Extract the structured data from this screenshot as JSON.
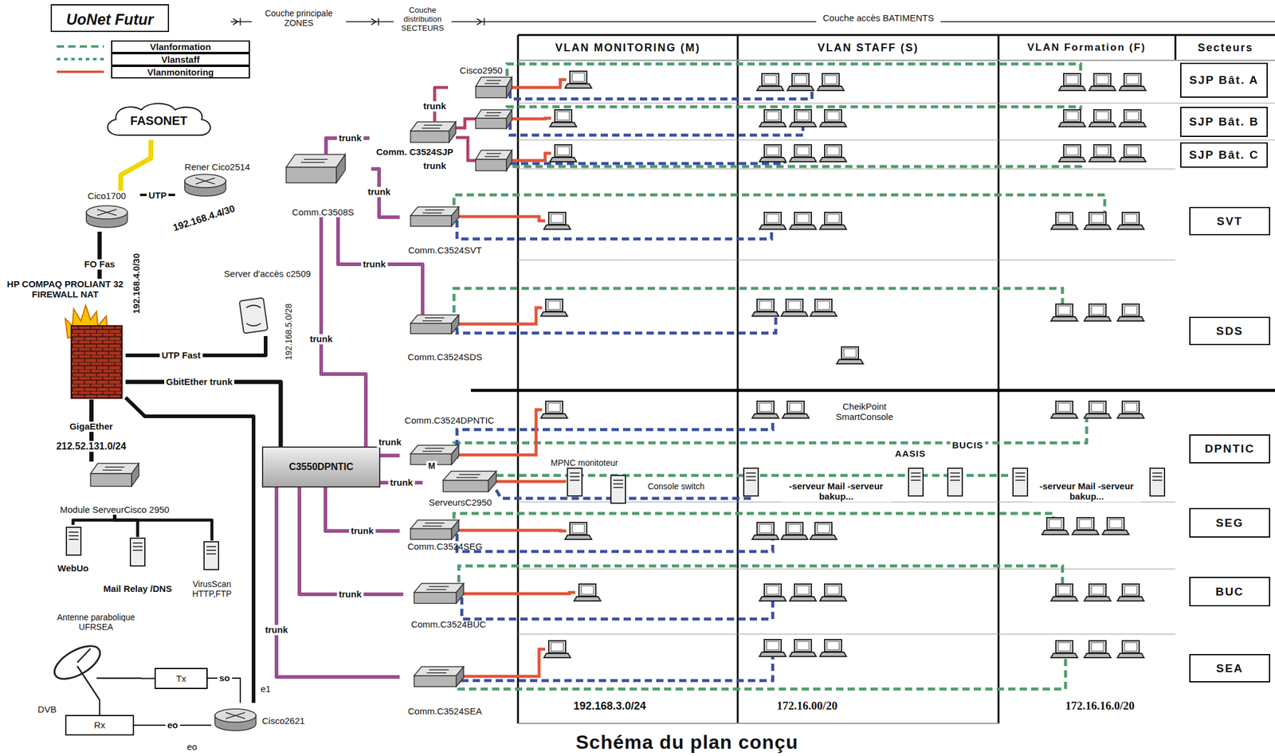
{
  "diagram": {
    "title": "UoNet Futur",
    "caption": "Schéma du plan conçu",
    "nodes": [
      {
        "text": [
          "FASONET"
        ]
      },
      {
        "text": [
          "Cico1700"
        ]
      },
      {
        "text": [
          "Rener Cico2514"
        ]
      },
      {
        "text": [
          "HP COMPAQ PROLIANT 32 FIREWALL NAT"
        ]
      },
      {
        "text": [
          "Server d'accès c2509"
        ]
      },
      {
        "text": [
          "Module ServeurCisco 2950"
        ]
      },
      {
        "text": [
          "WebUo"
        ]
      },
      {
        "text": [
          "Mail Relay /DNS"
        ]
      },
      {
        "text": [
          "VirusScan HTTP,FTP"
        ]
      },
      {
        "text": [
          "Antenne parabolique UFRSEA"
        ]
      },
      {
        "text": [
          "Tx"
        ]
      },
      {
        "text": [
          "Rx"
        ]
      },
      {
        "text": [
          "Cisco2621"
        ]
      },
      {
        "text": [
          "Comm.C3508S"
        ]
      },
      {
        "text": [
          "C3550DPNTIC"
        ]
      },
      {
        "text": [
          "Comm. C3524SJP"
        ]
      },
      {
        "text": [
          "Cisco2950"
        ]
      },
      {
        "text": [
          "Comm.C3524SVT"
        ]
      },
      {
        "text": [
          "Comm.C3524SDS"
        ]
      },
      {
        "text": [
          "Comm.C3524DPNTIC"
        ]
      },
      {
        "text": [
          "ServeursC2950"
        ]
      },
      {
        "text": [
          "Comm.C3524SEG"
        ]
      },
      {
        "text": [
          "Comm.C3524BUC"
        ]
      },
      {
        "text": [
          "Comm.C3524SEA"
        ]
      },
      {
        "text": [
          "SJP Bât. A"
        ]
      },
      {
        "text": [
          "SJP Bât. B"
        ]
      },
      {
        "text": [
          "SJP Bât. C"
        ]
      },
      {
        "text": [
          "SVT"
        ]
      },
      {
        "text": [
          "SDS"
        ]
      },
      {
        "text": [
          "DPNTIC"
        ]
      },
      {
        "text": [
          "SEG"
        ]
      },
      {
        "text": [
          "BUC"
        ]
      },
      {
        "text": [
          "SEA"
        ]
      }
    ],
    "edges": [
      {
        "from": 0,
        "to": 1,
        "arrow": "none"
      },
      {
        "from": 1,
        "to": 2,
        "label": "UTP",
        "arrow": "none"
      },
      {
        "from": 1,
        "to": 3,
        "label": "FO Fas",
        "arrow": "none"
      },
      {
        "from": 3,
        "to": 4,
        "label": "UTP Fast",
        "arrow": "none"
      },
      {
        "from": 3,
        "to": 14,
        "label": "GbitEther trunk",
        "arrow": "none"
      },
      {
        "from": 3,
        "to": 5,
        "label": "GigaEther",
        "arrow": "none"
      },
      {
        "from": 3,
        "to": 12,
        "arrow": "none"
      },
      {
        "from": 5,
        "to": 6,
        "arrow": "none"
      },
      {
        "from": 5,
        "to": 7,
        "arrow": "none"
      },
      {
        "from": 5,
        "to": 8,
        "arrow": "none"
      },
      {
        "from": 9,
        "to": 10,
        "arrow": "none"
      },
      {
        "from": 9,
        "to": 11,
        "arrow": "none"
      },
      {
        "from": 10,
        "to": 12,
        "label": "so",
        "arrow": "none"
      },
      {
        "from": 11,
        "to": 12,
        "label": "eo",
        "arrow": "none"
      },
      {
        "from": 14,
        "to": 13,
        "label": "trunk",
        "arrow": "none"
      },
      {
        "from": 13,
        "to": 15,
        "label": "trunk",
        "arrow": "none"
      },
      {
        "from": 13,
        "to": 17,
        "label": "trunk",
        "arrow": "none"
      },
      {
        "from": 13,
        "to": 18,
        "label": "trunk",
        "arrow": "none"
      },
      {
        "from": 14,
        "to": 19,
        "label": "trunk",
        "arrow": "none"
      },
      {
        "from": 14,
        "to": 20,
        "label": "trunk",
        "arrow": "none"
      },
      {
        "from": 14,
        "to": 21,
        "label": "trunk",
        "arrow": "none"
      },
      {
        "from": 14,
        "to": 22,
        "label": "trunk",
        "arrow": "none"
      },
      {
        "from": 14,
        "to": 23,
        "label": "trunk",
        "arrow": "none"
      },
      {
        "from": 15,
        "to": 16,
        "label": "trunk",
        "arrow": "none"
      }
    ],
    "labels": [
      "Couche principale ZONES",
      "Couche distribution SECTEURS",
      "Couche accès BATIMENTS",
      "192.168.4.4/30",
      "192.168.4.0/30",
      "212.52.131.0/24",
      "192.168.5.0/28",
      "DVB",
      "e1",
      "eo",
      "trunk",
      "VLAN MONITORING (M)",
      "VLAN STAFF (S)",
      "VLAN Formation (F)",
      "Secteurs",
      "CheikPoint SmartConsole",
      "AASIS",
      "BUCIS",
      "MPNC monitoteur",
      "Console switch",
      "-serveur Mail -serveur bakup...",
      "-serveur Mail -serveur bakup...",
      "M",
      "192.168.3.0/24",
      "172.16.00/20",
      "172.16.16.0/20"
    ],
    "legend": [
      {
        "text": "Vlanformation"
      },
      {
        "text": "Vlanstaff"
      },
      {
        "text": "Vlanmonitoring"
      }
    ]
  }
}
